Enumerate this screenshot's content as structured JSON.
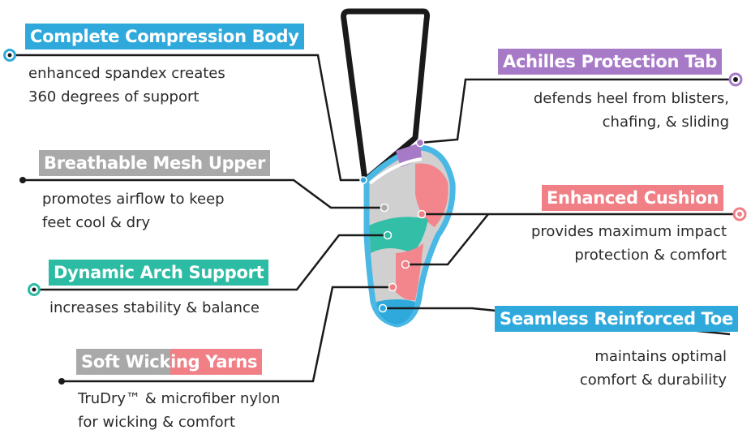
{
  "colors": {
    "blue": "#2fa9dc",
    "purple": "#a77ac7",
    "gray": "#a9a9a9",
    "pink": "#f07f86",
    "teal": "#2cbca3",
    "sock_outline": "#49b8e4",
    "sock_gray": "#cfcfcf",
    "sock_pink": "#f2868c",
    "sock_teal": "#33bea8"
  },
  "callouts": {
    "compression": {
      "title": "Complete Compression Body",
      "desc": [
        "enhanced spandex creates",
        "360 degrees of support"
      ]
    },
    "achilles": {
      "title": "Achilles Protection Tab",
      "desc": [
        "defends heel from blisters,",
        "chafing, & sliding"
      ]
    },
    "mesh": {
      "title": "Breathable Mesh Upper",
      "desc": [
        "promotes airflow to keep",
        "feet cool & dry"
      ]
    },
    "cushion": {
      "title": "Enhanced Cushion",
      "desc": [
        "provides maximum impact",
        "protection & comfort"
      ]
    },
    "arch": {
      "title": "Dynamic Arch Support",
      "desc": [
        "increases stability & balance"
      ]
    },
    "toe": {
      "title": "Seamless Reinforced Toe",
      "desc": [
        "maintains optimal",
        "comfort & durability"
      ]
    },
    "wicking": {
      "title_part1": "Soft Wick",
      "title_part2": "ing Yarns",
      "desc": [
        "TruDry™ & microfiber nylon",
        "for wicking & comfort"
      ]
    }
  }
}
